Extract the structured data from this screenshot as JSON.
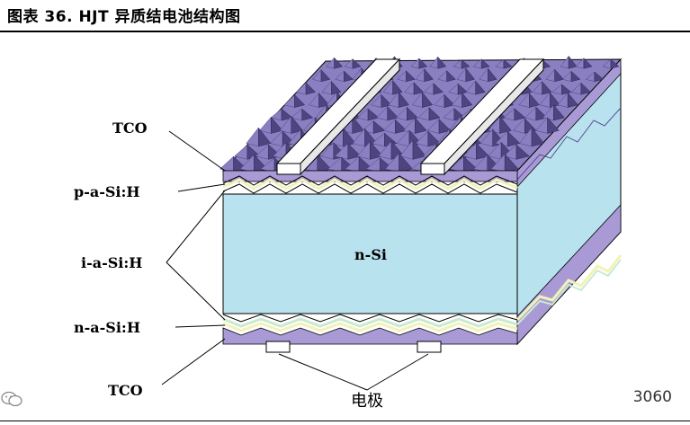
{
  "figure": {
    "title": "图表 36. HJT 异质结电池结构图"
  },
  "labels": {
    "tco_top": "TCO",
    "p_layer": "p-a-Si:H",
    "i_layer": "i-a-Si:H",
    "n_layer": "n-a-Si:H",
    "tco_bottom": "TCO",
    "bulk": "n-Si",
    "electrode": "电极"
  },
  "watermark": {
    "text": "3060"
  },
  "colors": {
    "bulk": "#b8e2ee",
    "tco": "#a99ad6",
    "amorphous_p": "#f2f2b8",
    "amorphous_i": "#c9ead0",
    "pyramid": "#8a7fc0",
    "pyramid_dark": "#4d4480",
    "electrode": "#ffffff"
  }
}
